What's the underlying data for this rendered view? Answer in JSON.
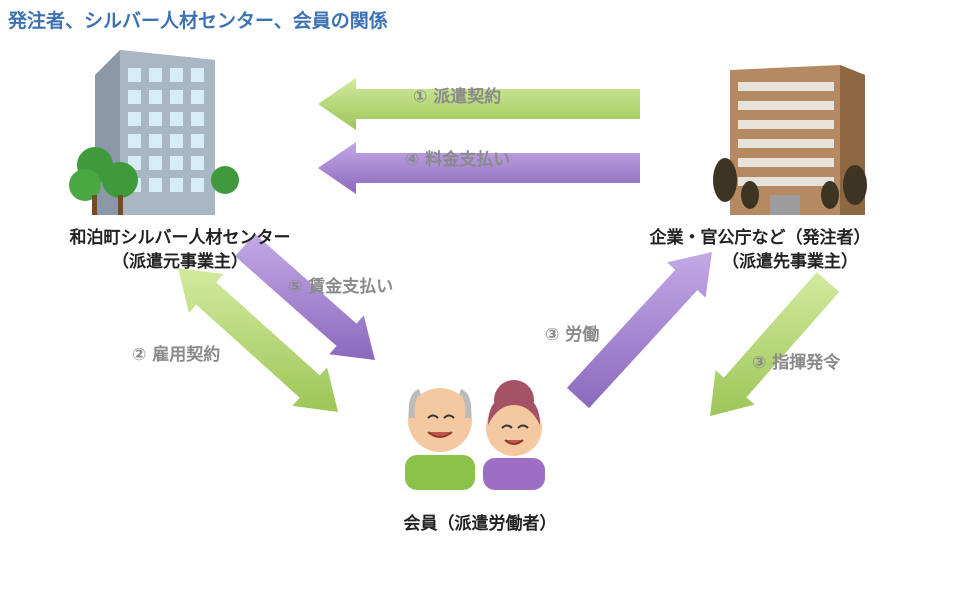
{
  "title": "発注者、シルバー人材センター、会員の関係",
  "nodes": {
    "center": {
      "line1": "和泊町シルバー人材センター",
      "line2": "（派遣元事業主）"
    },
    "client": {
      "line1": "企業・官公庁など（発注者）",
      "line2": "（派遣先事業主）"
    },
    "member": {
      "line1": "会員（派遣労働者）"
    }
  },
  "arrows": {
    "dispatch_contract": "① 派遣契約",
    "fee_payment": "④ 料金支払い",
    "wage_payment": "⑤ 賃金支払い",
    "employment_contract": "② 雇用契約",
    "labor": "③ 労働",
    "command": "③ 指揮発令"
  },
  "colors": {
    "green": "#b5d67a",
    "purple": "#a98ad0",
    "title": "#3d72b4"
  }
}
